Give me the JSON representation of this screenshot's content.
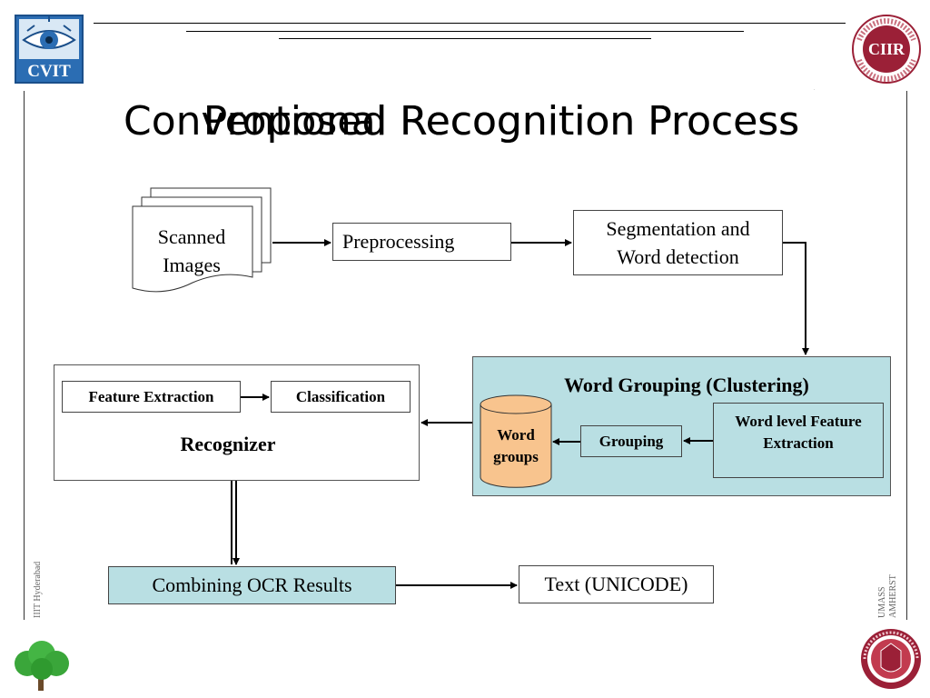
{
  "header": {
    "left_logo_text": "CVIT",
    "right_logo_text": "CIIR",
    "right_logo_ring_text": "Center for Intelligent Information Retrieval"
  },
  "title": {
    "underlying": "Conventional Recognition Process",
    "overlay": "Proposed Recognition Process"
  },
  "diagram": {
    "scanned_images": "Scanned\nImages",
    "preprocessing": "Preprocessing",
    "segmentation": "Segmentation and\nWord detection",
    "word_grouping_title": "Word Grouping (Clustering)",
    "word_level_feature": "Word level Feature\nExtraction",
    "grouping": "Grouping",
    "word_groups": "Word\ngroups",
    "feature_extraction": "Feature Extraction",
    "classification": "Classification",
    "recognizer": "Recognizer",
    "combining": "Combining OCR Results",
    "text_unicode": "Text (UNICODE)"
  },
  "side_labels": {
    "left": "IIIT Hyderabad",
    "right_line1": "UMASS",
    "right_line2": "AMHERST"
  },
  "colors": {
    "cluster_bg": "#b9dfe3",
    "box_teal": "#b9dfe3",
    "cylinder": "#f8c48e",
    "cvit_blue": "#2b6db3",
    "ciir_red": "#9b2037"
  }
}
